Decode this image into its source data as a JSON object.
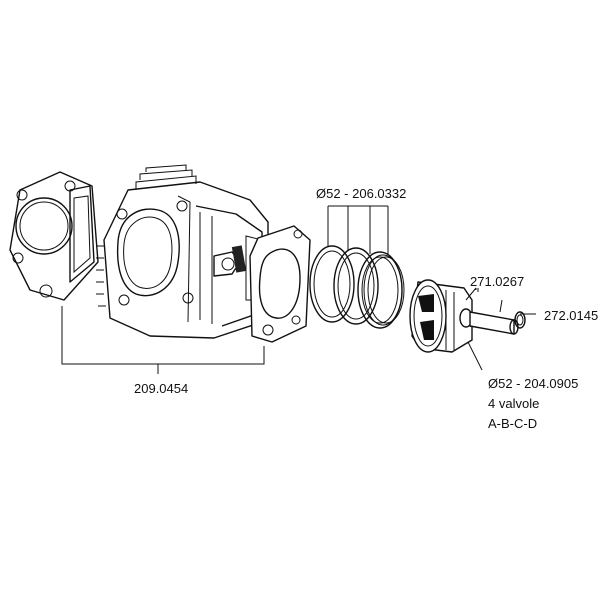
{
  "labels": {
    "gasket_set": "209.0454",
    "rings": "Ø52 - 206.0332",
    "pin": "271.0267",
    "clip": "272.0145",
    "piston_code": "Ø52 - 204.0905",
    "piston_valves": "4 valvole",
    "piston_versions": "A-B-C-D"
  }
}
